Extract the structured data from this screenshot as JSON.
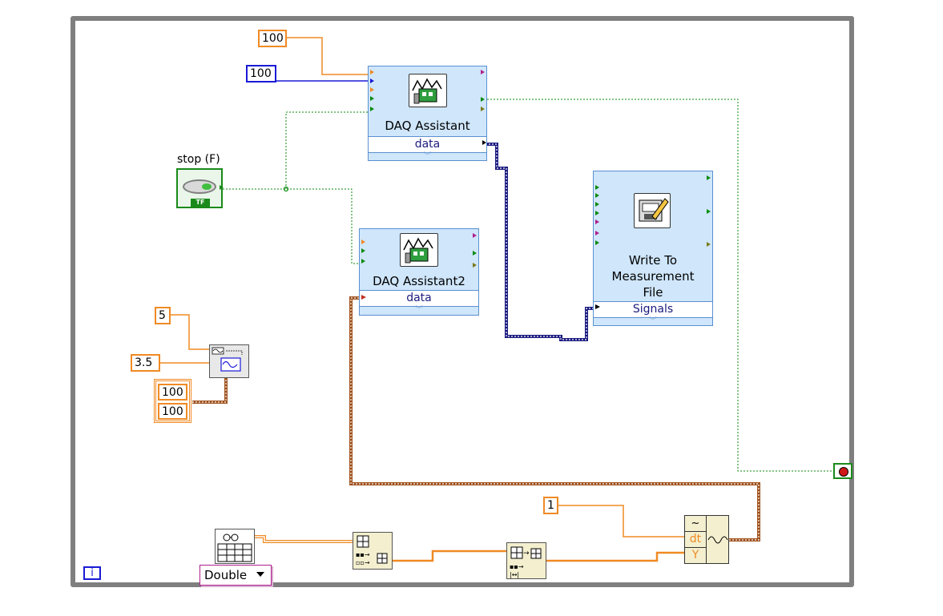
{
  "constants": {
    "top_orange": "100",
    "top_blue": "100",
    "five": "5",
    "three_five": "3.5",
    "cluster_a": "100",
    "cluster_b": "100",
    "one": "1"
  },
  "daq1": {
    "title": "DAQ Assistant",
    "terminal": "data"
  },
  "daq2": {
    "title": "DAQ Assistant2",
    "terminal": "data"
  },
  "writer": {
    "title_line1": "Write To",
    "title_line2": "Measurement",
    "title_line3": "File",
    "terminal": "Signals"
  },
  "stop": {
    "label": "stop (F)",
    "tf": "TF"
  },
  "iteration": {
    "label": "i"
  },
  "build_waveform": {
    "t0_glyph": "~",
    "dt": "dt",
    "y": "Y"
  },
  "type_selector": {
    "value": "Double"
  },
  "colors": {
    "loop_border": "#7f7f7f",
    "int_wire": "#1a1ad6",
    "dbl_wire": "#f08a24",
    "bool_wire": "#0b8a0b",
    "waveform_wire": "#a0521e",
    "dynamic_wire": "#1a1a80"
  }
}
